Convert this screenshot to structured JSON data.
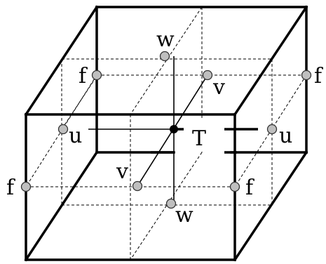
{
  "labels": {
    "w_top": "w",
    "w_bottom": "w",
    "v_right": "v",
    "v_left": "v",
    "u_left": "u",
    "u_right": "u",
    "f_back_left": "f",
    "f_back_right": "f",
    "f_front_left": "f",
    "f_front_right": "f",
    "t_center": "T"
  }
}
